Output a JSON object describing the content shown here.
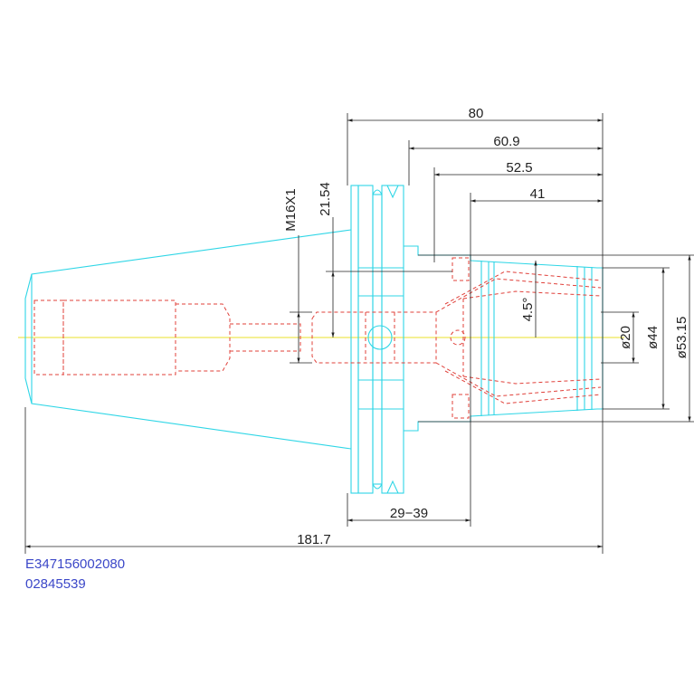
{
  "drawing": {
    "dimensions": {
      "length_80": "80",
      "length_60_9": "60.9",
      "length_52_5": "52.5",
      "length_41": "41",
      "height_21_54": "21.54",
      "thread": "M16X1",
      "angle": "4.5°",
      "dia_20": "ø20",
      "dia_44": "ø44",
      "dia_53_15": "ø53.15",
      "range": "29−39",
      "total_length": "181.7"
    },
    "codes": {
      "part_number": "E347156002080",
      "order_number": "02845539"
    },
    "colors": {
      "outline": "#2fd6e6",
      "hidden_lines": "#e0403a",
      "center_line": "#e8e02a",
      "dimensions": "#222222",
      "code_text": "#3b47c8"
    }
  }
}
